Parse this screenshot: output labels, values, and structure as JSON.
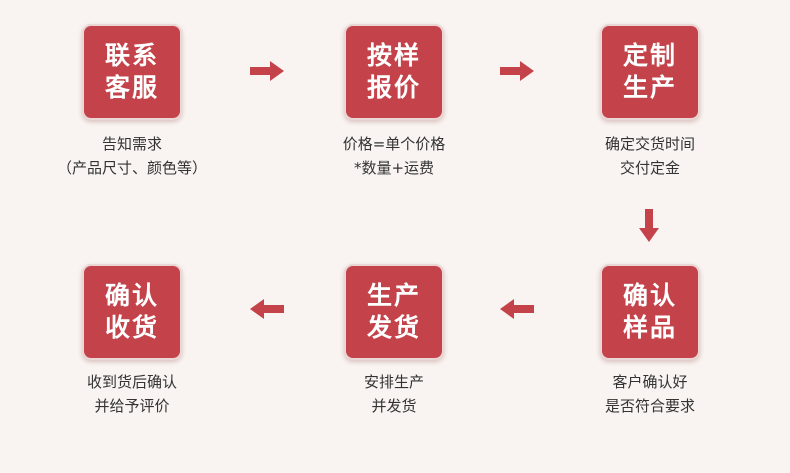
{
  "colors": {
    "accent": "#c4434a",
    "background": "#f9f4f1",
    "text": "#333333"
  },
  "steps": [
    {
      "title1": "联系",
      "title2": "客服",
      "desc1": "告知需求",
      "desc2": "（产品尺寸、颜色等）"
    },
    {
      "title1": "按样",
      "title2": "报价",
      "desc1": "价格=单个价格",
      "desc2": "*数量+运费"
    },
    {
      "title1": "定制",
      "title2": "生产",
      "desc1": "确定交货时间",
      "desc2": "交付定金"
    },
    {
      "title1": "确认",
      "title2": "样品",
      "desc1": "客户确认好",
      "desc2": "是否符合要求"
    },
    {
      "title1": "生产",
      "title2": "发货",
      "desc1": "安排生产",
      "desc2": "并发货"
    },
    {
      "title1": "确认",
      "title2": "收货",
      "desc1": "收到货后确认",
      "desc2": "并给予评价"
    }
  ],
  "arrows": [
    "right-arrow-icon",
    "right-arrow-icon",
    "down-arrow-icon",
    "left-arrow-icon",
    "left-arrow-icon"
  ]
}
